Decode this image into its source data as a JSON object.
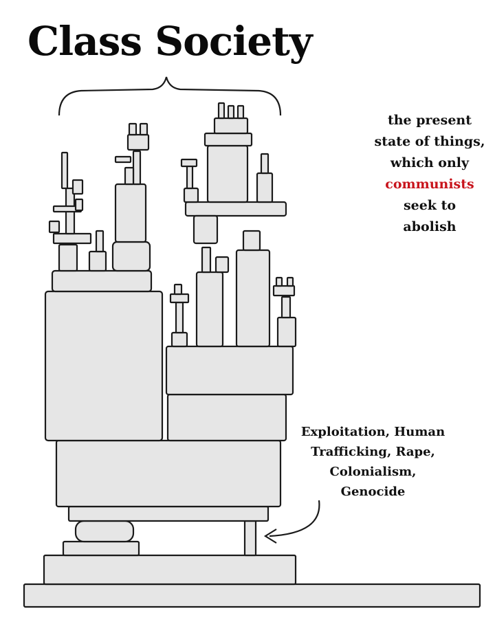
{
  "title": "Class Society",
  "note": {
    "line1": "the present",
    "line2": "state of things,",
    "line3": "which only",
    "highlight": "communists",
    "line5": "seek to",
    "line6": "abolish"
  },
  "foundation_label": {
    "line1": "Exploitation, Human",
    "line2": "Trafficking, Rape,",
    "line3": "Colonialism,",
    "line4": "Genocide"
  },
  "colors": {
    "highlight": "#c8141c",
    "block_fill": "#e6e6e6",
    "ink": "#1a1a1a"
  }
}
